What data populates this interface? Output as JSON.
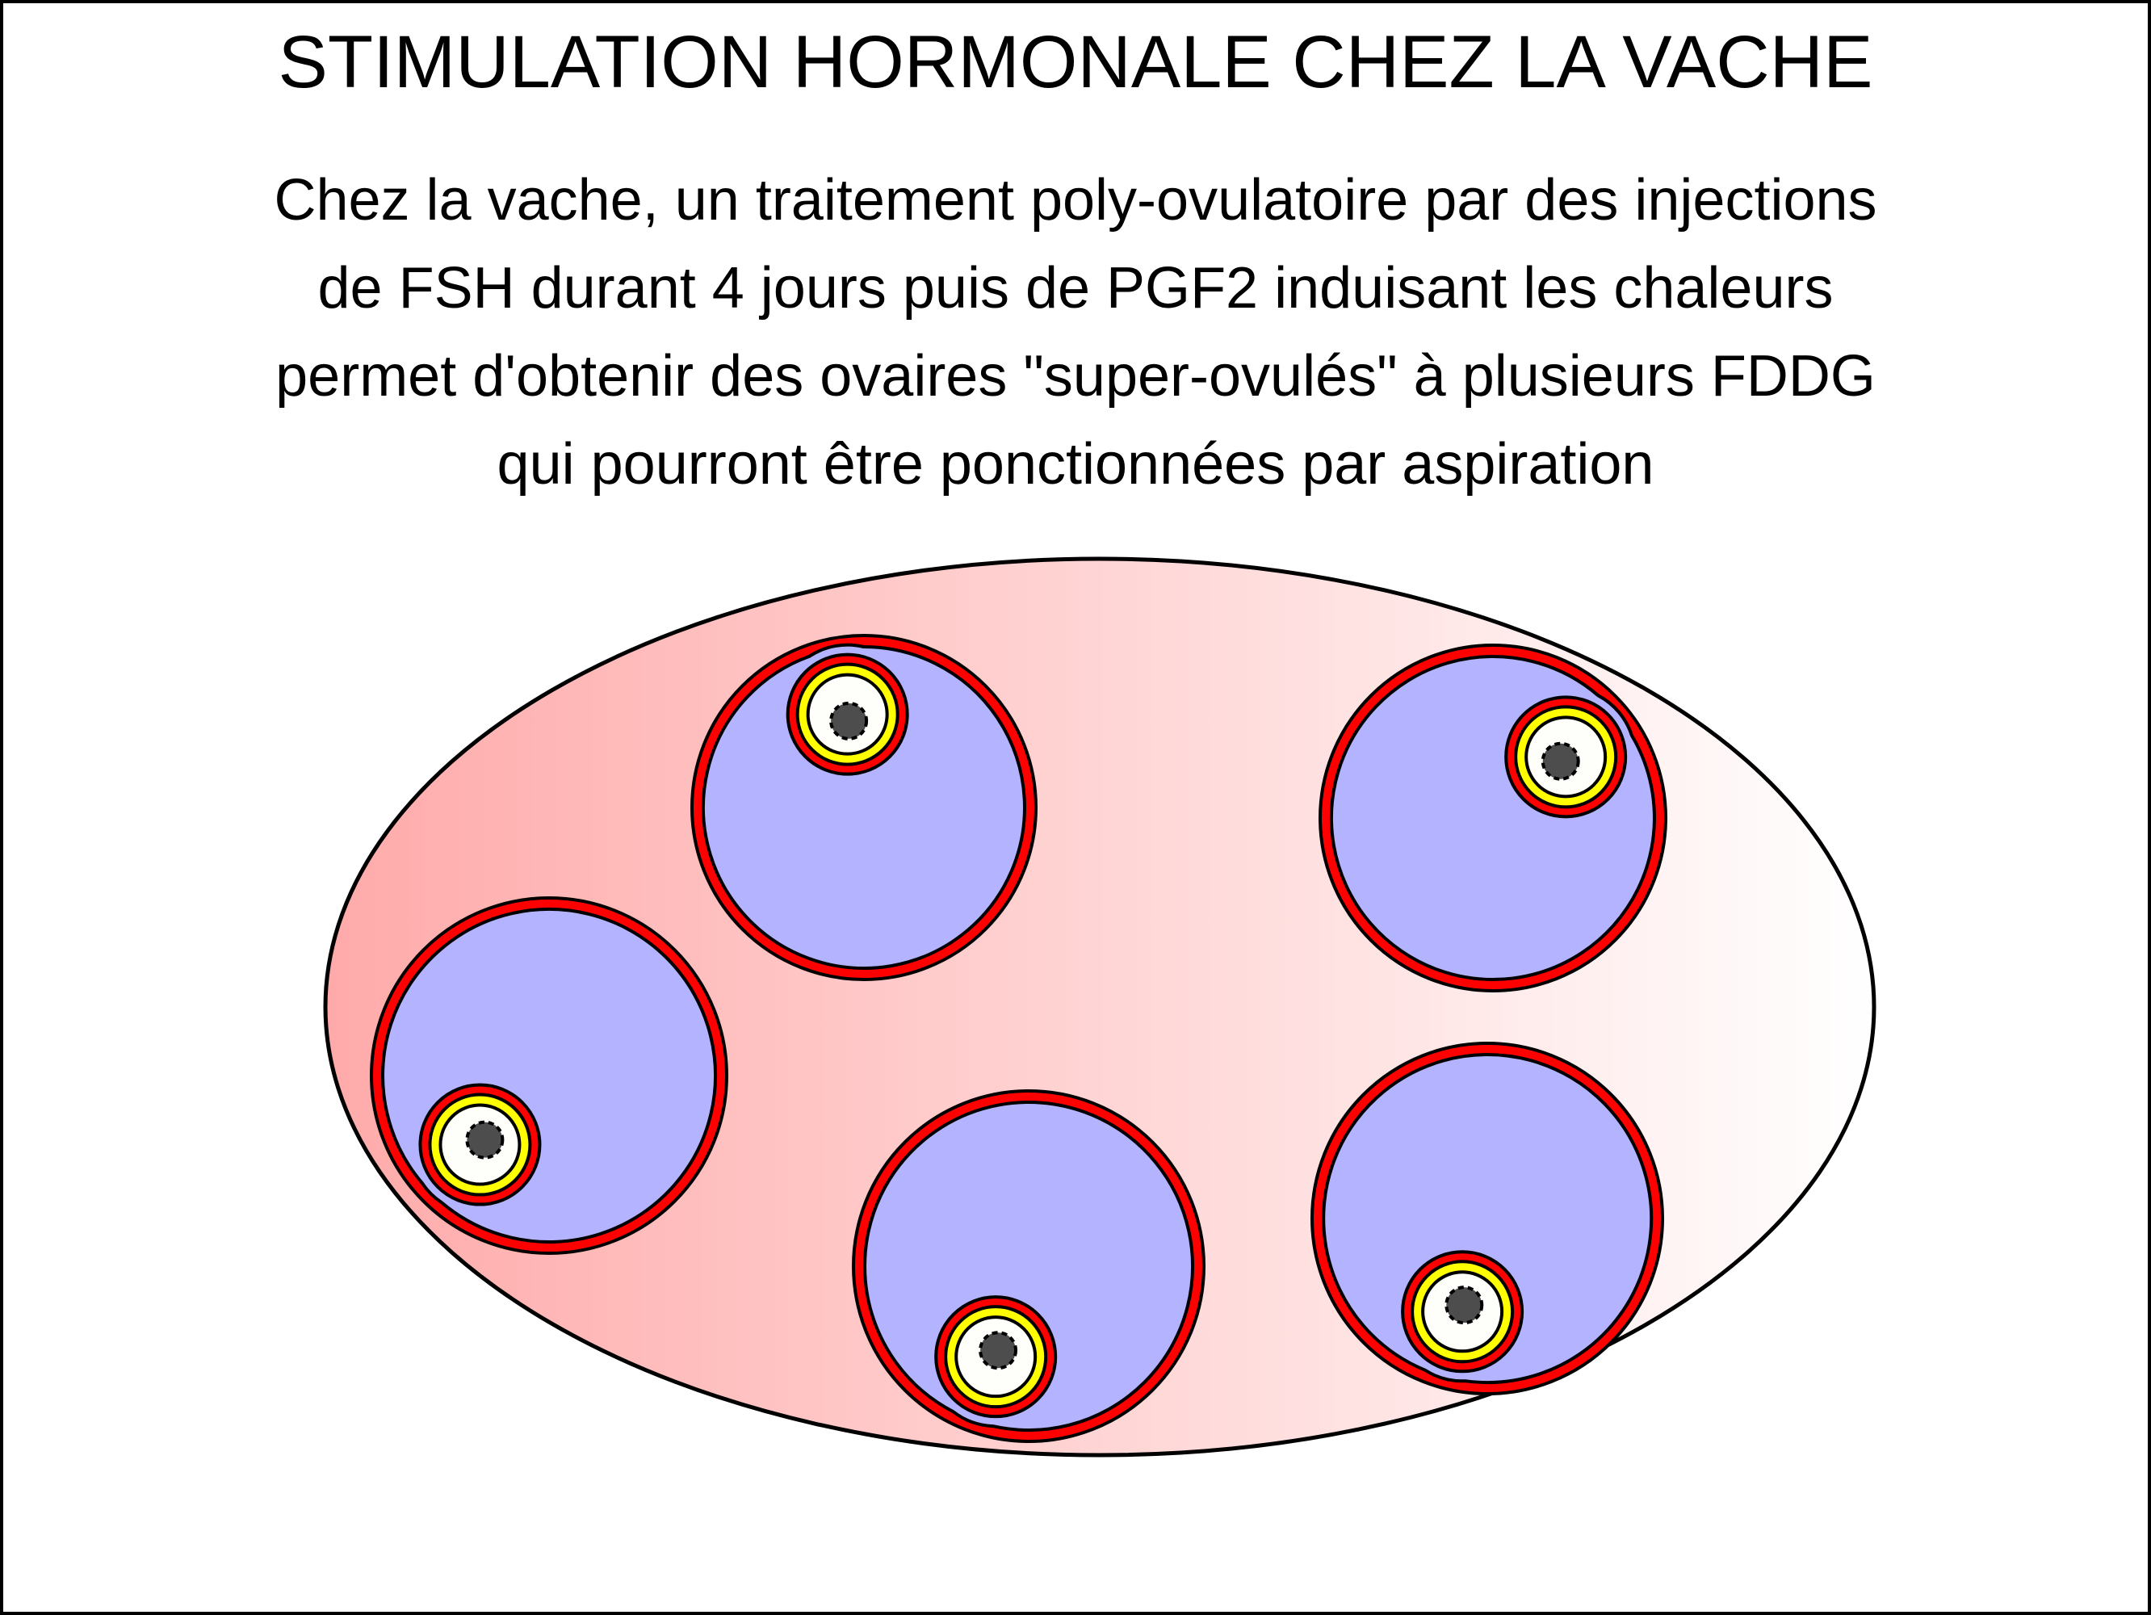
{
  "title": "STIMULATION HORMONALE CHEZ LA VACHE",
  "description_lines": [
    "Chez la vache, un traitement poly-ovulatoire par des injections",
    "de FSH durant 4 jours puis de PGF2 induisant les chaleurs",
    "permet d'obtenir des ovaires \"super-ovulés\" à plusieurs FDDG",
    "qui pourront être ponctionnées par aspiration"
  ],
  "colors": {
    "ovary_gradient_left": "#ffaaaa",
    "ovary_gradient_right": "#ffffff",
    "theca": "#ff0000",
    "antrum": "#b3b3ff",
    "zona_pellucida": "#ffff00",
    "oocyte": "#fefefa",
    "nucleus": "#4d4d4d",
    "outline": "#000000"
  },
  "ovary": {
    "name": "ovary",
    "follicle_count": 5
  }
}
